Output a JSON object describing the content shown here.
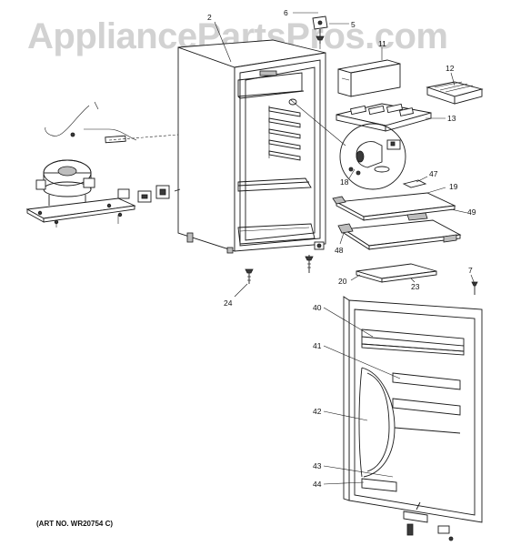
{
  "watermark": "AppliancePartsPros.com",
  "art_number": "(ART NO. WR20754 C)",
  "callouts": [
    {
      "id": "c2",
      "label": "2"
    },
    {
      "id": "c5",
      "label": "5"
    },
    {
      "id": "c6",
      "label": "6"
    },
    {
      "id": "c7",
      "label": "7"
    },
    {
      "id": "c11",
      "label": "11"
    },
    {
      "id": "c12",
      "label": "12"
    },
    {
      "id": "c13",
      "label": "13"
    },
    {
      "id": "c18",
      "label": "18"
    },
    {
      "id": "c19",
      "label": "19"
    },
    {
      "id": "c20",
      "label": "20"
    },
    {
      "id": "c23",
      "label": "23"
    },
    {
      "id": "c24",
      "label": "24"
    },
    {
      "id": "c40",
      "label": "40"
    },
    {
      "id": "c41",
      "label": "41"
    },
    {
      "id": "c42",
      "label": "42"
    },
    {
      "id": "c43",
      "label": "43"
    },
    {
      "id": "c44",
      "label": "44"
    },
    {
      "id": "c47",
      "label": "47"
    },
    {
      "id": "c48",
      "label": "48"
    },
    {
      "id": "c49",
      "label": "49"
    }
  ]
}
